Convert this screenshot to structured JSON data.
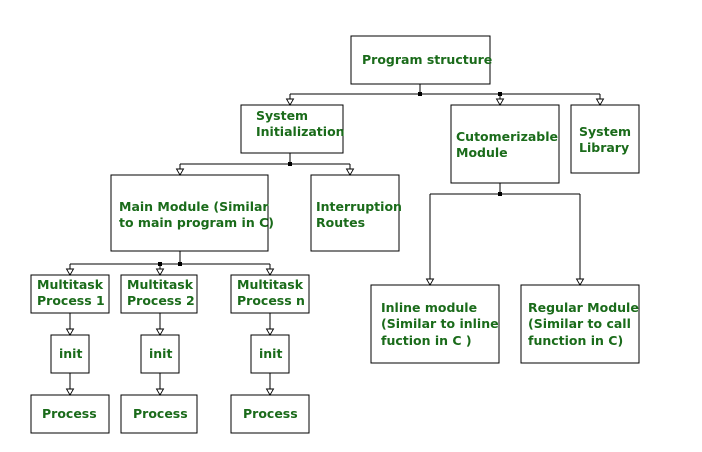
{
  "nodes": {
    "program_structure": [
      "Program structure"
    ],
    "system_initialization": [
      "System",
      "Initialization"
    ],
    "customizable_module": [
      "Cutomerizable",
      "Module"
    ],
    "system_library": [
      "System",
      "Library"
    ],
    "main_module": [
      "Main Module (Similar",
      "to main program in C)"
    ],
    "interruption_routes": [
      "Interruption",
      "Routes"
    ],
    "multitask_process_1": [
      "Multitask",
      "Process 1"
    ],
    "multitask_process_2": [
      "Multitask",
      "Process 2"
    ],
    "multitask_process_n": [
      "Multitask",
      "Process n"
    ],
    "init_1": [
      "init"
    ],
    "init_2": [
      "init"
    ],
    "init_n": [
      "init"
    ],
    "process_1": [
      "Process"
    ],
    "process_2": [
      "Process"
    ],
    "process_n": [
      "Process"
    ],
    "inline_module": [
      "Inline module",
      "(Similar to inline",
      "fuction in C )"
    ],
    "regular_module": [
      "Regular Module",
      "(Similar to call",
      "function in C)"
    ]
  },
  "colors": {
    "text": "#1a6b1a",
    "line": "#000000",
    "box_fill": "#ffffff"
  }
}
